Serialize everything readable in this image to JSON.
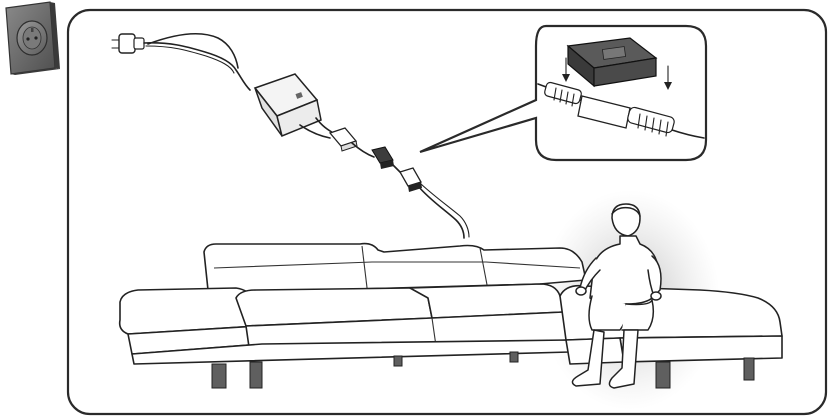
{
  "illustration": {
    "panels": [
      "wall-outlet",
      "installation-scene",
      "zoom-inset"
    ],
    "icons": [
      "wall-socket-icon",
      "plug-icon",
      "power-adapter-icon",
      "connector-icon",
      "cover-clip-icon",
      "down-arrow-icon",
      "person-icon",
      "sofa-icon"
    ],
    "colors": {
      "frame": "#2a2a2a",
      "socket_plate": "#6d6d6d",
      "cover_clip": "#4a4a4a",
      "background": "#ffffff"
    }
  }
}
